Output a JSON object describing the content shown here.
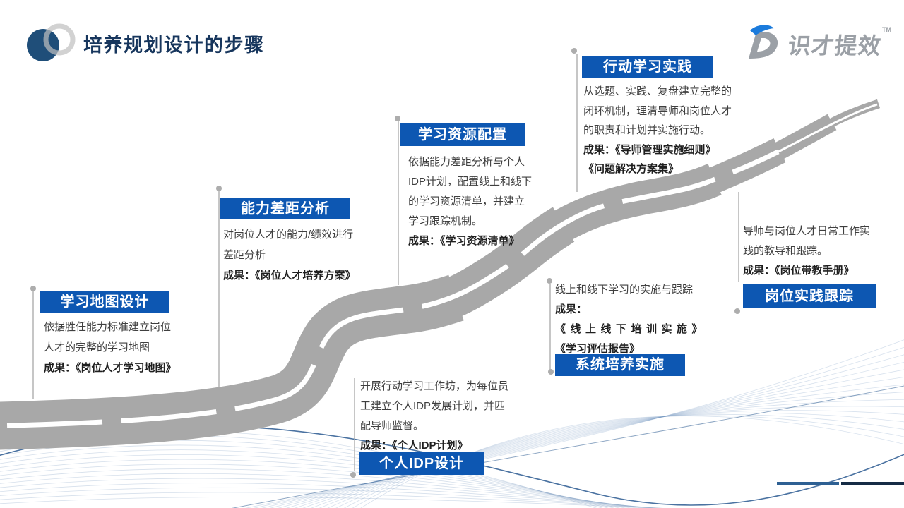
{
  "slide": {
    "title": "培养规划设计的步骤",
    "brand": {
      "name": "识才提效",
      "tm": "TM"
    },
    "colors": {
      "accent": "#0D57B2",
      "road": "#A8A8A8",
      "title": "#17365D",
      "body_text": "#3F3F3F",
      "result_text": "#1F1F1F",
      "connector": "#ADADAD",
      "brand_gray": "#9BA0A6",
      "brand_blue": "#1B7BDC",
      "logo_circle": "#1F4E79",
      "logo_ring": "#BFBFBF",
      "bar_blue": "#2E6093",
      "bar_navy": "#152B45",
      "wave": "#7C9CC2",
      "wave_accent": "#1D4F8A"
    }
  },
  "steps": [
    {
      "title": "学习地图设计",
      "lines": [
        "依据胜任能力标准建立岗位",
        "人才的完整的学习地图"
      ],
      "results": [
        "成果：《岗位人才学习地图》"
      ]
    },
    {
      "title": "能力差距分析",
      "lines": [
        "对岗位人才的能力/绩效进行",
        "差距分析"
      ],
      "results": [
        "成果：《岗位人才培养方案》"
      ]
    },
    {
      "title": "学习资源配置",
      "lines": [
        "依据能力差距分析与个人",
        "IDP计划，配置线上和线下",
        "的学习资源清单，并建立",
        "学习跟踪机制。"
      ],
      "results": [
        "成果：《学习资源清单》"
      ]
    },
    {
      "title": "行动学习实践",
      "lines": [
        "从选题、实践、复盘建立完整的",
        "闭环机制，理清导师和岗位人才",
        "的职责和计划并实施行动。"
      ],
      "results": [
        "成果：《导师管理实施细则》",
        "《问题解决方案集》"
      ]
    },
    {
      "title": "个人IDP设计",
      "lines": [
        "开展行动学习工作坊，为每位员",
        "工建立个人IDP发展计划，并匹",
        "配导师监督。"
      ],
      "results": [
        "成果：《个人IDP计划》"
      ]
    },
    {
      "title": "系统培养实施",
      "lines": [
        "线上和线下学习的实施与跟踪"
      ],
      "results": [
        "成果：",
        "《线上线下培训实施》",
        "《学习评估报告》"
      ]
    },
    {
      "title": "岗位实践跟踪",
      "lines": [
        "导师与岗位人才日常工作实",
        "践的教导和跟踪。"
      ],
      "results": [
        "成果：《岗位带教手册》"
      ]
    }
  ]
}
